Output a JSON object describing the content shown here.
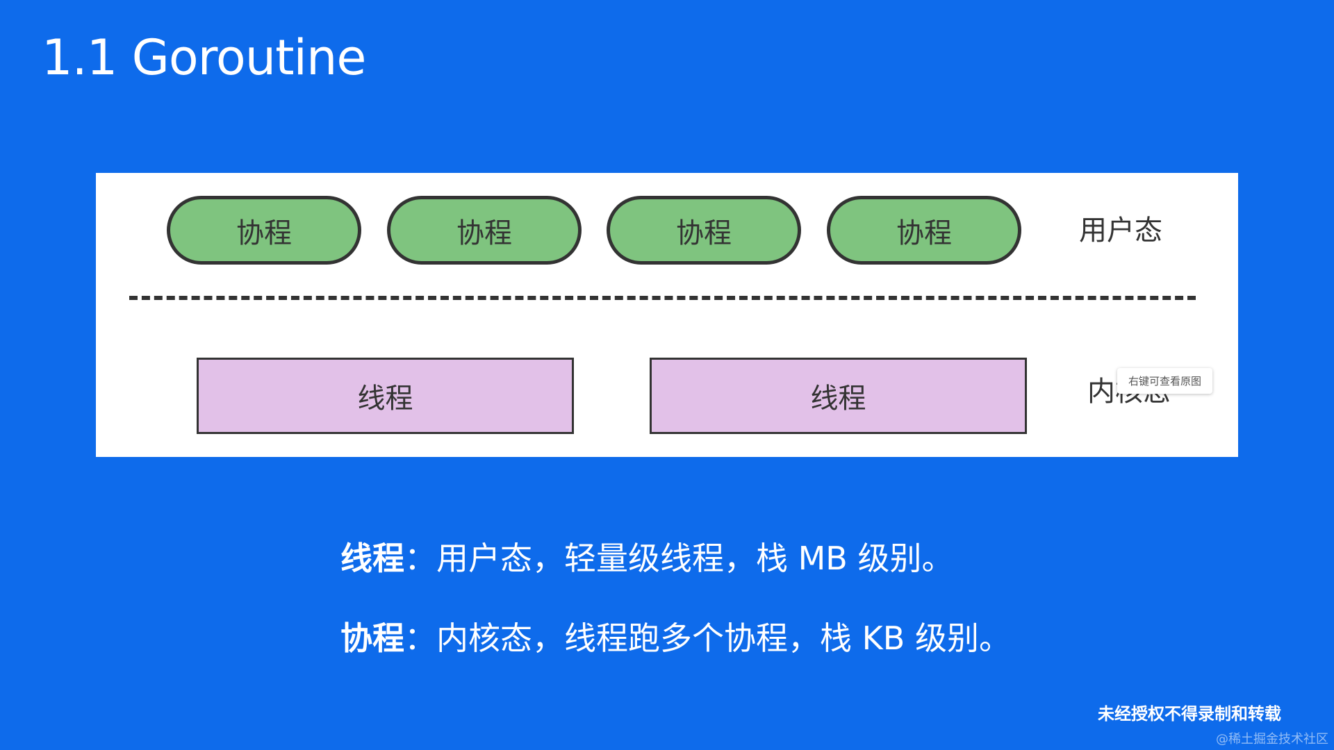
{
  "slide": {
    "title": "1.1 Goroutine"
  },
  "diagram": {
    "coroutines": [
      {
        "label": "协程"
      },
      {
        "label": "协程"
      },
      {
        "label": "协程"
      },
      {
        "label": "协程"
      }
    ],
    "threads": [
      {
        "label": "线程"
      },
      {
        "label": "线程"
      }
    ],
    "user_mode_label": "用户态",
    "kernel_mode_label": "内核态",
    "tooltip": "右键可查看原图"
  },
  "descriptions": [
    {
      "term": "线程",
      "separator": "：",
      "text": "用户态，轻量级线程，栈 MB 级别。"
    },
    {
      "term": "协程",
      "separator": "：",
      "text": "内核态，线程跑多个协程，栈 KB 级别。"
    }
  ],
  "footer": {
    "notice": "未经授权不得录制和转载",
    "credit": "@稀土掘金技术社区"
  },
  "colors": {
    "background": "#0e6beb",
    "coroutine_fill": "#7fc47f",
    "thread_fill": "#e2c1e8",
    "outline": "#333333"
  }
}
